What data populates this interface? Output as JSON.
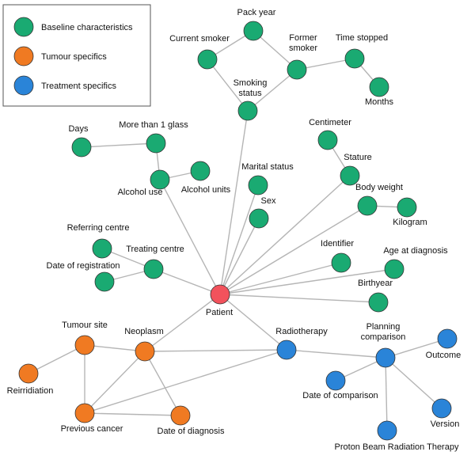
{
  "colors": {
    "baseline": "#1aaa72",
    "tumour": "#f07a22",
    "treatment": "#2a84d8",
    "patient": "#f2525c",
    "edge": "#b5b5b5",
    "node_stroke": "#333333"
  },
  "legend": [
    {
      "label": "Baseline characteristics",
      "category": "baseline"
    },
    {
      "label": "Tumour specifics",
      "category": "tumour"
    },
    {
      "label": "Treatment specifics",
      "category": "treatment"
    }
  ],
  "nodes": [
    {
      "id": "patient",
      "label": "Patient",
      "category": "patient"
    },
    {
      "id": "smoking_status",
      "label": "Smoking status",
      "category": "baseline"
    },
    {
      "id": "current_smoker",
      "label": "Current smoker",
      "category": "baseline"
    },
    {
      "id": "pack_year",
      "label": "Pack year",
      "category": "baseline"
    },
    {
      "id": "former_smoker",
      "label": "Former smoker",
      "category": "baseline"
    },
    {
      "id": "time_stopped",
      "label": "Time stopped",
      "category": "baseline"
    },
    {
      "id": "months",
      "label": "Months",
      "category": "baseline"
    },
    {
      "id": "days",
      "label": "Days",
      "category": "baseline"
    },
    {
      "id": "more_than_1_glass",
      "label": "More than 1 glass",
      "category": "baseline"
    },
    {
      "id": "alcohol_use",
      "label": "Alcohol use",
      "category": "baseline"
    },
    {
      "id": "alcohol_units",
      "label": "Alcohol units",
      "category": "baseline"
    },
    {
      "id": "marital_status",
      "label": "Marital status",
      "category": "baseline"
    },
    {
      "id": "sex",
      "label": "Sex",
      "category": "baseline"
    },
    {
      "id": "centimeter",
      "label": "Centimeter",
      "category": "baseline"
    },
    {
      "id": "stature",
      "label": "Stature",
      "category": "baseline"
    },
    {
      "id": "body_weight",
      "label": "Body weight",
      "category": "baseline"
    },
    {
      "id": "kilogram",
      "label": "Kilogram",
      "category": "baseline"
    },
    {
      "id": "referring_centre",
      "label": "Referring centre",
      "category": "baseline"
    },
    {
      "id": "treating_centre",
      "label": "Treating centre",
      "category": "baseline"
    },
    {
      "id": "date_of_registration",
      "label": "Date of registration",
      "category": "baseline"
    },
    {
      "id": "identifier",
      "label": "Identifier",
      "category": "baseline"
    },
    {
      "id": "age_at_diagnosis",
      "label": "Age at diagnosis",
      "category": "baseline"
    },
    {
      "id": "birthyear",
      "label": "Birthyear",
      "category": "baseline"
    },
    {
      "id": "tumour_site",
      "label": "Tumour site",
      "category": "tumour"
    },
    {
      "id": "neoplasm",
      "label": "Neoplasm",
      "category": "tumour"
    },
    {
      "id": "reirridiation",
      "label": "Reirridiation",
      "category": "tumour"
    },
    {
      "id": "previous_cancer",
      "label": "Previous cancer",
      "category": "tumour"
    },
    {
      "id": "date_of_diagnosis",
      "label": "Date of diagnosis",
      "category": "tumour"
    },
    {
      "id": "radiotherapy",
      "label": "Radiotherapy",
      "category": "treatment"
    },
    {
      "id": "planning_comparison",
      "label": "Planning comparison",
      "category": "treatment"
    },
    {
      "id": "outcome",
      "label": "Outcome",
      "category": "treatment"
    },
    {
      "id": "date_of_comparison",
      "label": "Date of comparison",
      "category": "treatment"
    },
    {
      "id": "version",
      "label": "Version",
      "category": "treatment"
    },
    {
      "id": "proton_beam",
      "label": "Proton Beam Radiation Therapy",
      "category": "treatment"
    }
  ],
  "edges": [
    [
      "patient",
      "smoking_status"
    ],
    [
      "smoking_status",
      "current_smoker"
    ],
    [
      "smoking_status",
      "former_smoker"
    ],
    [
      "current_smoker",
      "pack_year"
    ],
    [
      "pack_year",
      "former_smoker"
    ],
    [
      "former_smoker",
      "time_stopped"
    ],
    [
      "time_stopped",
      "months"
    ],
    [
      "patient",
      "alcohol_use"
    ],
    [
      "alcohol_use",
      "more_than_1_glass"
    ],
    [
      "more_than_1_glass",
      "days"
    ],
    [
      "alcohol_use",
      "alcohol_units"
    ],
    [
      "patient",
      "marital_status"
    ],
    [
      "patient",
      "sex"
    ],
    [
      "patient",
      "stature"
    ],
    [
      "stature",
      "centimeter"
    ],
    [
      "patient",
      "body_weight"
    ],
    [
      "body_weight",
      "kilogram"
    ],
    [
      "patient",
      "treating_centre"
    ],
    [
      "treating_centre",
      "referring_centre"
    ],
    [
      "treating_centre",
      "date_of_registration"
    ],
    [
      "patient",
      "identifier"
    ],
    [
      "patient",
      "age_at_diagnosis"
    ],
    [
      "patient",
      "birthyear"
    ],
    [
      "patient",
      "neoplasm"
    ],
    [
      "patient",
      "radiotherapy"
    ],
    [
      "neoplasm",
      "tumour_site"
    ],
    [
      "neoplasm",
      "previous_cancer"
    ],
    [
      "neoplasm",
      "date_of_diagnosis"
    ],
    [
      "neoplasm",
      "radiotherapy"
    ],
    [
      "tumour_site",
      "reirridiation"
    ],
    [
      "tumour_site",
      "previous_cancer"
    ],
    [
      "previous_cancer",
      "date_of_diagnosis"
    ],
    [
      "previous_cancer",
      "radiotherapy"
    ],
    [
      "radiotherapy",
      "planning_comparison"
    ],
    [
      "planning_comparison",
      "outcome"
    ],
    [
      "planning_comparison",
      "date_of_comparison"
    ],
    [
      "planning_comparison",
      "version"
    ],
    [
      "planning_comparison",
      "proton_beam"
    ]
  ]
}
